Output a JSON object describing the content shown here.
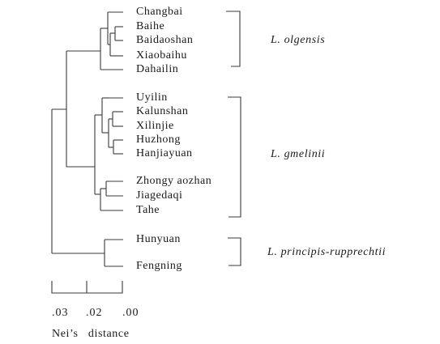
{
  "taxa": [
    "Changbai",
    "Baihe",
    "Baidaoshan",
    "Xiaobaihu",
    "Dahailin",
    "Uyilin",
    "Kalunshan",
    "Xilinjie",
    "Huzhong",
    "Hanjiayuan",
    "Zhongy aozhan",
    "Jiagedaqi",
    "Tahe",
    "Hunyuan",
    "Fengning"
  ],
  "groups": [
    {
      "label": "L. olgensis"
    },
    {
      "label": "L. gmelinii"
    },
    {
      "label": "L. principis-rupprechtii"
    }
  ],
  "scale": {
    "ticks": [
      ".03",
      ".02",
      ".00"
    ],
    "title": "Nei’s   distance"
  },
  "colors": {
    "line": "#3a3a3a",
    "text": "#1a1a1a"
  }
}
